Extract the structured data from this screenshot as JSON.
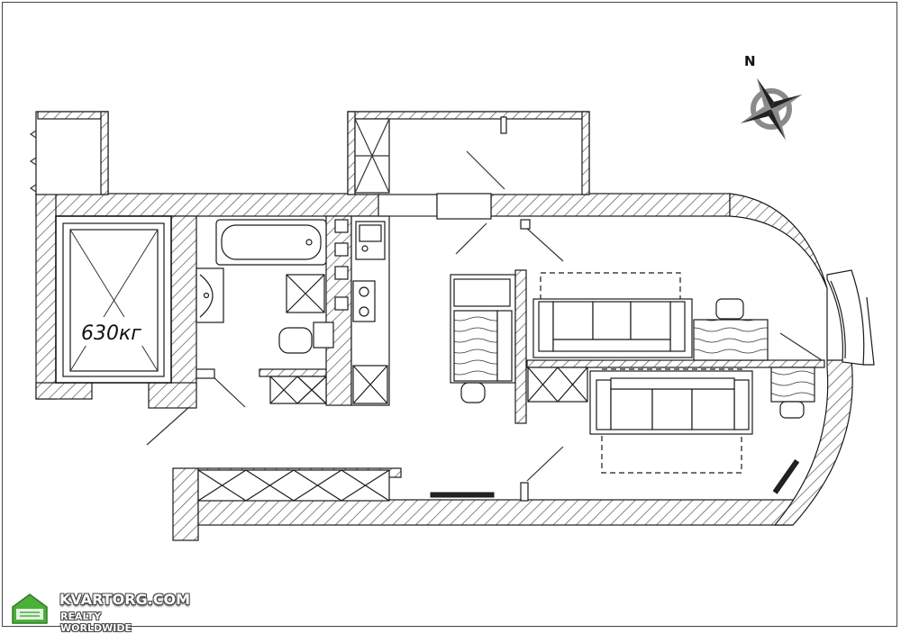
{
  "plan": {
    "elevator_capacity": "630кг",
    "compass_north": "N"
  },
  "watermark": {
    "brand": "KVARTORG.COM",
    "tagline": "REALTY WORLDWIDE"
  },
  "colors": {
    "line": "#1a1a1a",
    "hatch": "#555555",
    "compass_gray": "#8a8a8a",
    "logo_green": "#4caf3a"
  },
  "icons": [
    "compass-rose-icon",
    "house-logo-icon"
  ]
}
